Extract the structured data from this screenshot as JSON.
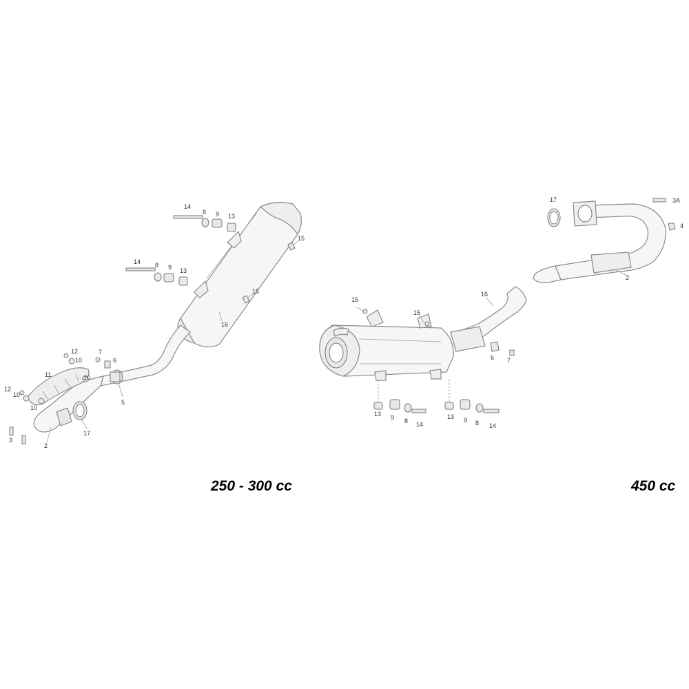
{
  "captions": {
    "left": "250 - 300 cc",
    "right": "450 cc"
  },
  "left_callouts": {
    "c14a": "14",
    "c8a": "8",
    "c9a": "9",
    "c13a": "13",
    "c15a": "15",
    "c14b": "14",
    "c8b": "8",
    "c9b": "9",
    "c13b": "13",
    "c15b": "15",
    "c16": "16",
    "c12a": "12",
    "c10a": "10",
    "c7": "7",
    "c6": "6",
    "c11": "11",
    "c10b": "10",
    "c12b": "12",
    "c10c": "10",
    "c10d": "10",
    "c5": "5",
    "c3": "3",
    "c2": "2",
    "c17": "17"
  },
  "right_callouts": {
    "c17": "17",
    "c3a": "3A",
    "c4": "4",
    "c2": "2",
    "c16": "16",
    "c15a": "15",
    "c15b": "15",
    "c6": "6",
    "c7": "7",
    "c13a": "13",
    "c9a": "9",
    "c8a": "8",
    "c14a": "14",
    "c13b": "13",
    "c9b": "9",
    "c8b": "8",
    "c14b": "14"
  }
}
